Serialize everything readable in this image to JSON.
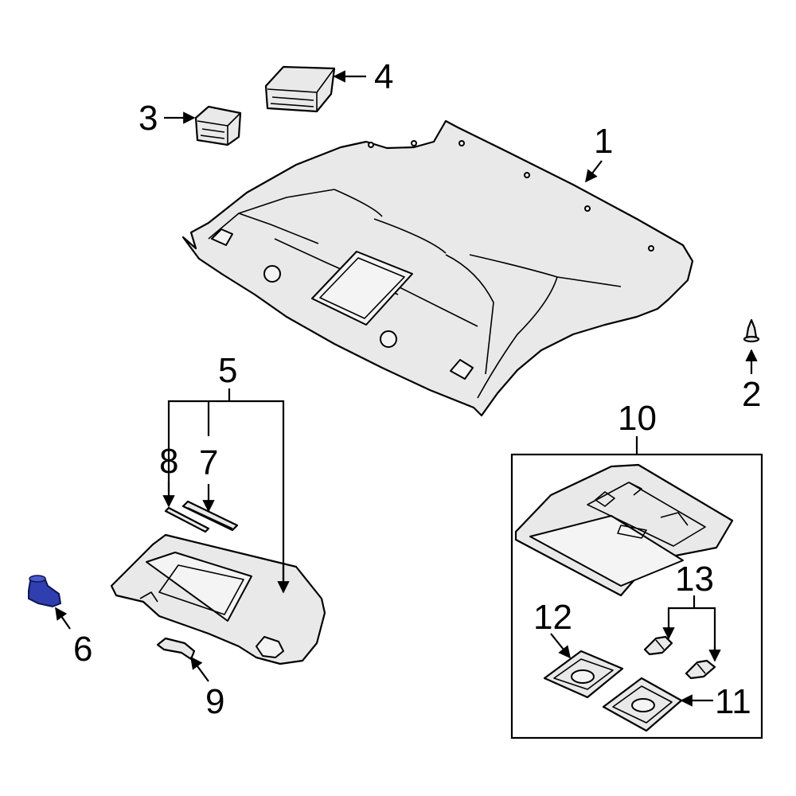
{
  "callouts": {
    "c1": "1",
    "c2": "2",
    "c3": "3",
    "c4": "4",
    "c5": "5",
    "c6": "6",
    "c7": "7",
    "c8": "8",
    "c9": "9",
    "c10": "10",
    "c11": "11",
    "c12": "12",
    "c13": "13"
  },
  "colors": {
    "highlight_part": "#2f3fb0",
    "line": "#000000",
    "part_fill": "#e9e9e9"
  }
}
